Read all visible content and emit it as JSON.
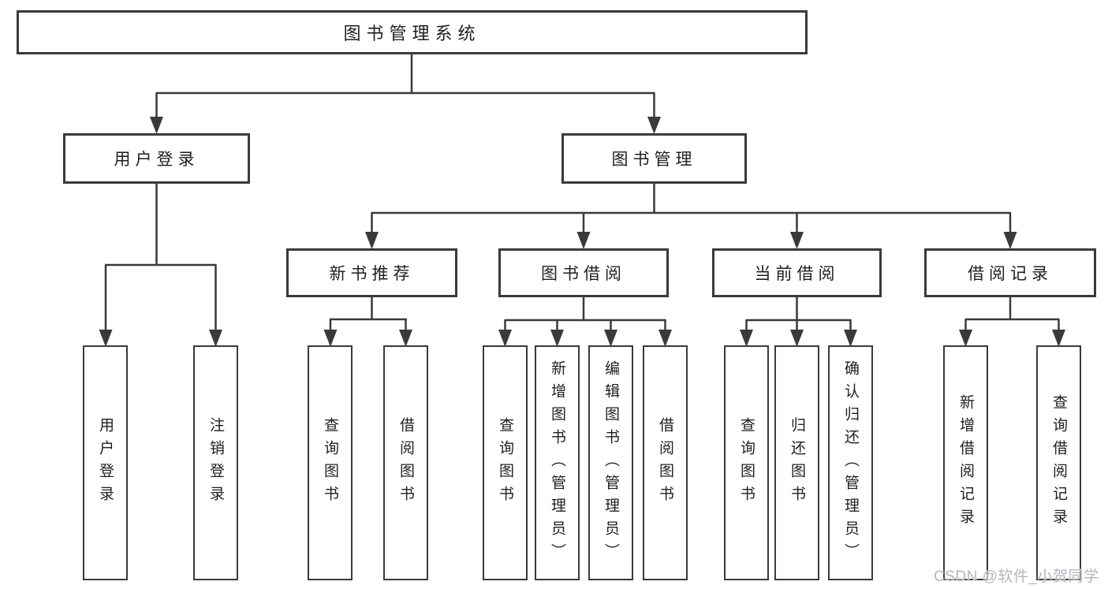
{
  "colors": {
    "line": "#3a3a3a",
    "box_border": "#3a3a3a",
    "text": "#1f1f1f",
    "watermark": "#b4b7bb",
    "background": "#ffffff"
  },
  "watermark": {
    "text": "CSDN @软件_小贺同学"
  },
  "tree": {
    "label": "图书管理系统",
    "children": [
      {
        "label": "用户登录",
        "children": [
          {
            "label": "用户登录"
          },
          {
            "label": "注销登录"
          }
        ]
      },
      {
        "label": "图书管理",
        "children": [
          {
            "label": "新书推荐",
            "children": [
              {
                "label": "查询图书"
              },
              {
                "label": "借阅图书"
              }
            ]
          },
          {
            "label": "图书借阅",
            "children": [
              {
                "label": "查询图书"
              },
              {
                "label": "新增图书（管理员）"
              },
              {
                "label": "编辑图书（管理员）"
              },
              {
                "label": "借阅图书"
              }
            ]
          },
          {
            "label": "当前借阅",
            "children": [
              {
                "label": "查询图书"
              },
              {
                "label": "归还图书"
              },
              {
                "label": "确认归还（管理员）"
              }
            ]
          },
          {
            "label": "借阅记录",
            "children": [
              {
                "label": "新增借阅记录"
              },
              {
                "label": "查询借阅记录"
              }
            ]
          }
        ]
      }
    ]
  }
}
